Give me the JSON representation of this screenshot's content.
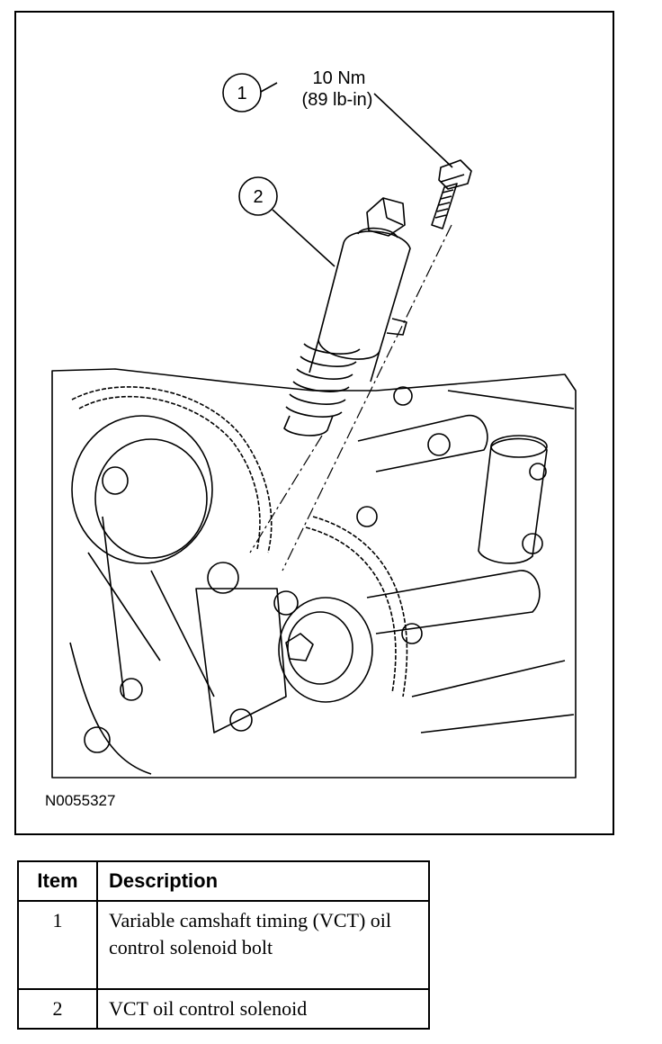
{
  "figure": {
    "callouts": [
      {
        "number": "1",
        "torque_nm": "10 Nm",
        "torque_lb": "(89 lb-in)"
      },
      {
        "number": "2"
      }
    ],
    "figure_id": "N0055327"
  },
  "legend": {
    "headers": {
      "item": "Item",
      "description": "Description"
    },
    "rows": [
      {
        "item": "1",
        "description": "Variable camshaft timing (VCT) oil control solenoid bolt"
      },
      {
        "item": "2",
        "description": "VCT oil control solenoid"
      }
    ]
  }
}
